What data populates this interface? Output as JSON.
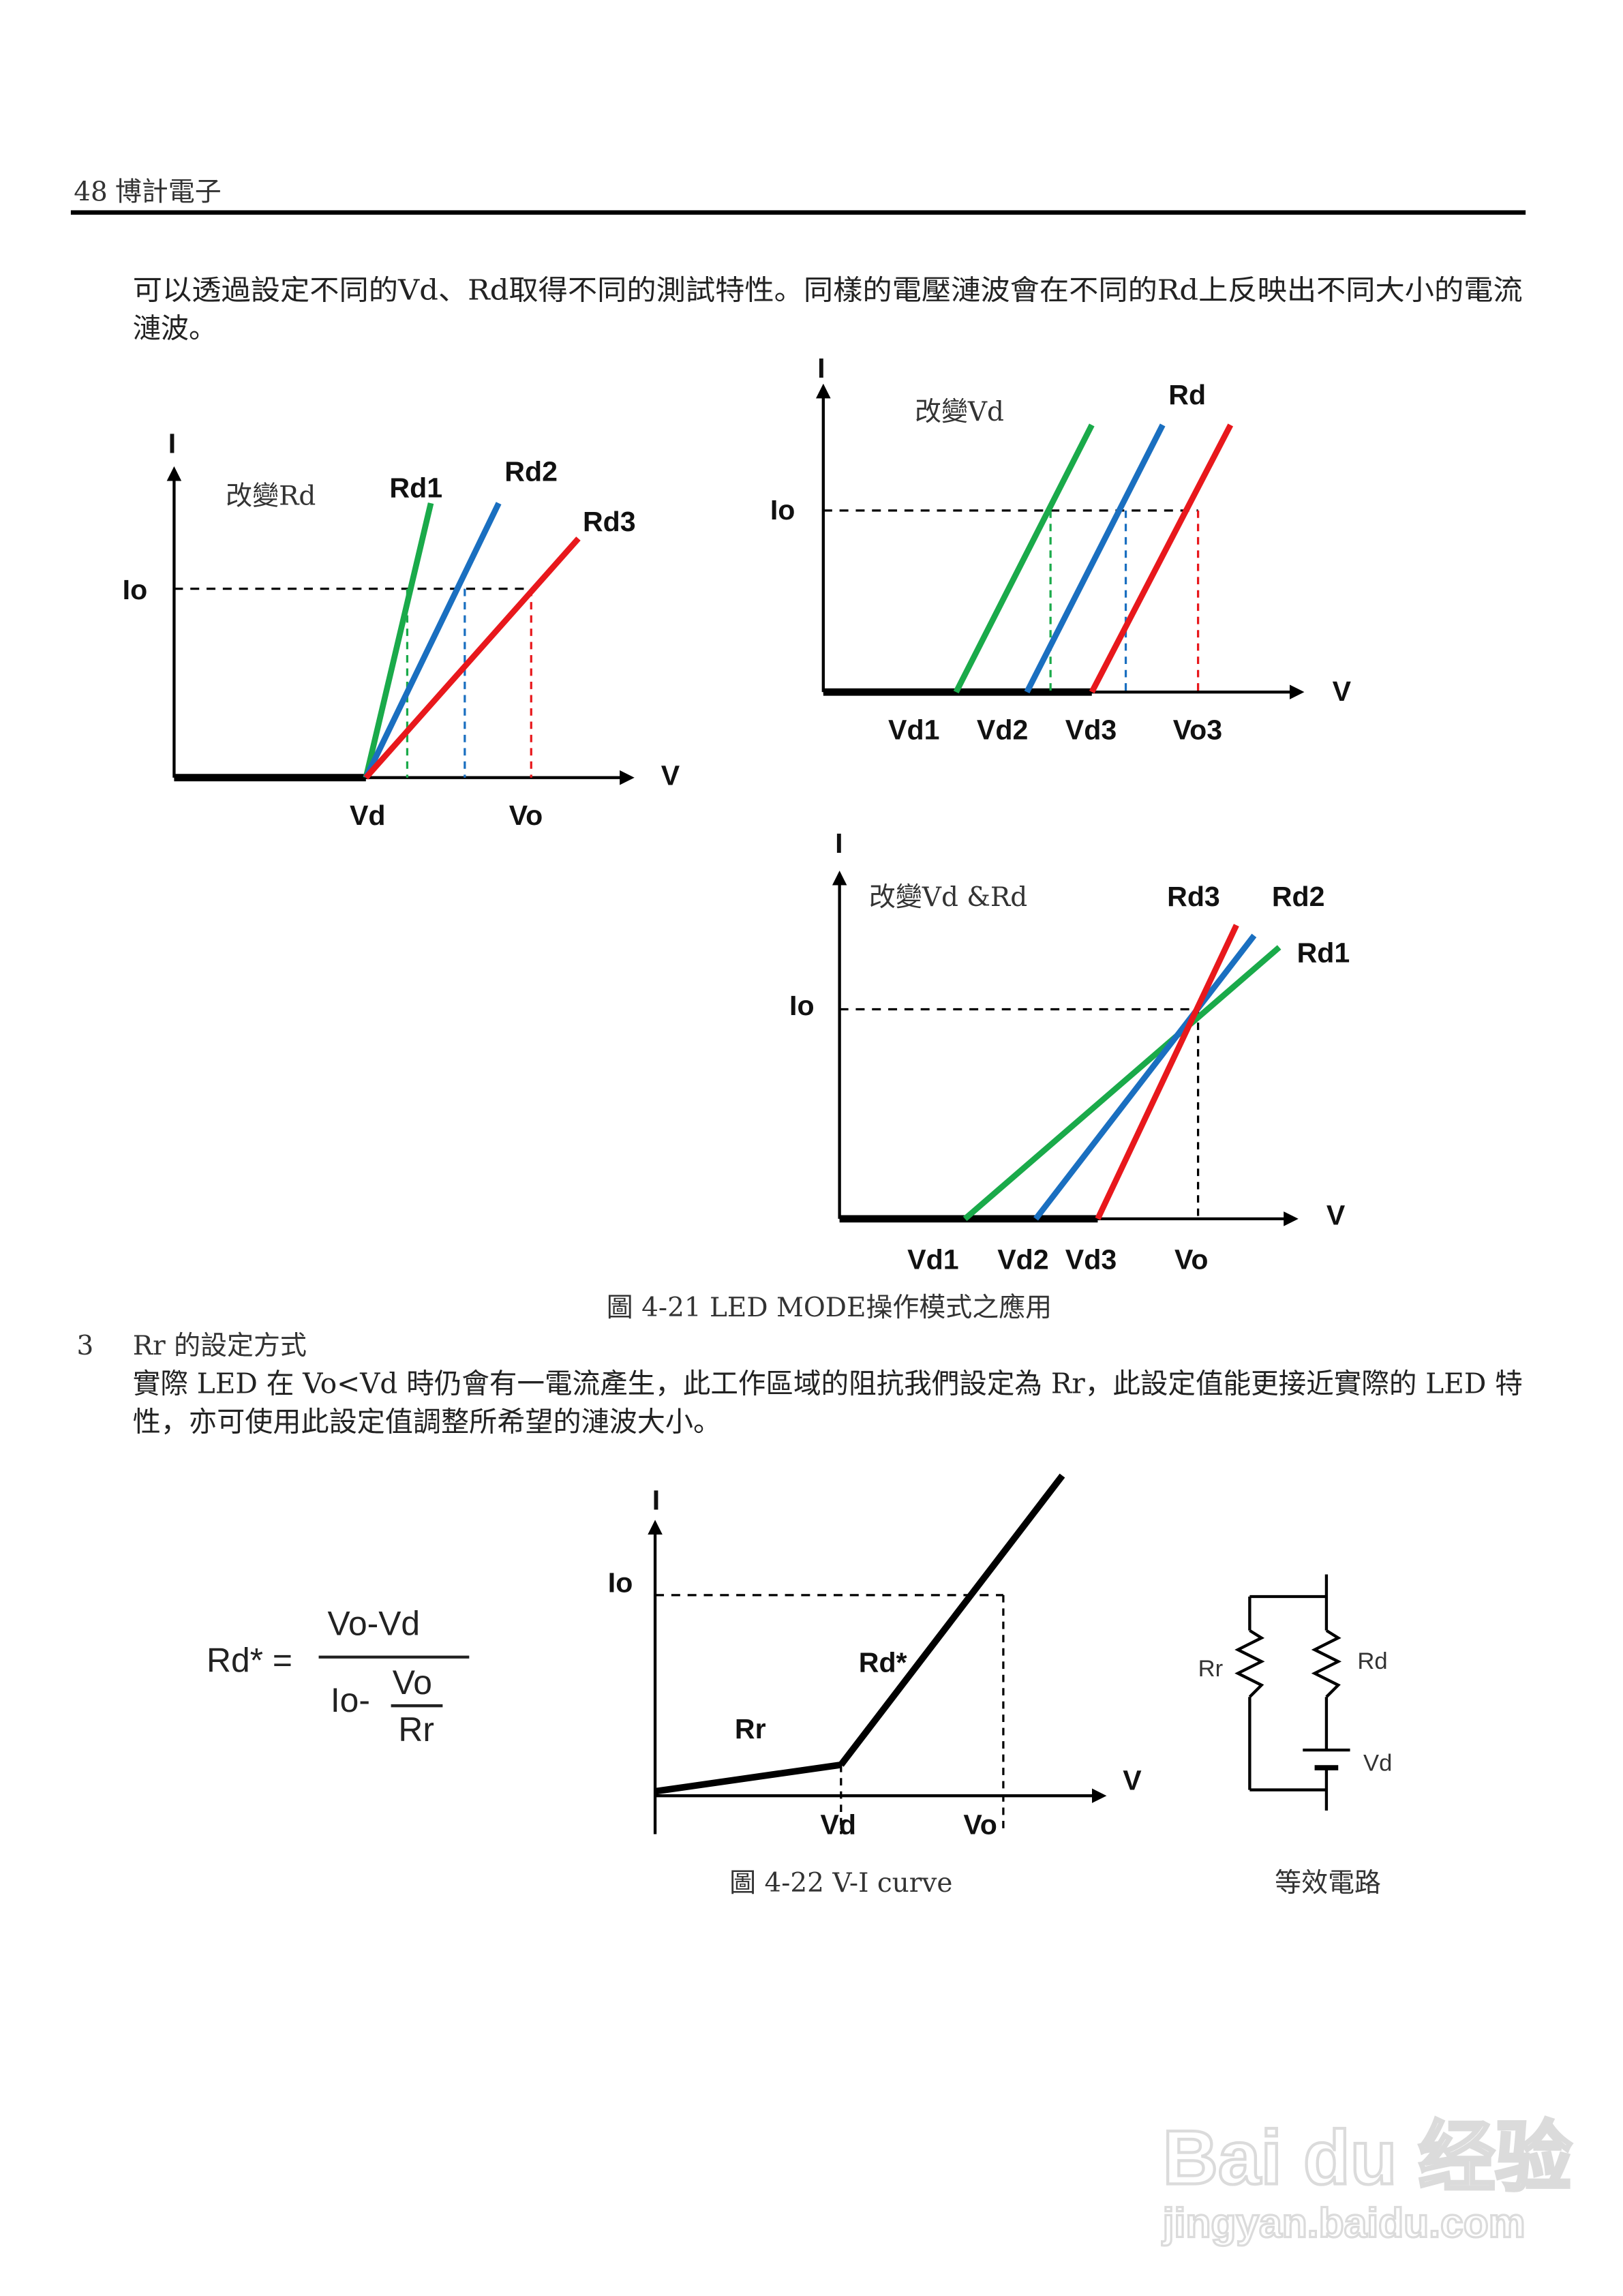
{
  "header": {
    "page_number": "48",
    "publisher": "博計電子"
  },
  "intro": {
    "line1": "可以透過設定不同的Vd、Rd取得不同的測試特性。同樣的電壓漣波會在不同的Rd上反映出不同大小的電流",
    "line2": "漣波。"
  },
  "figure_4_21": {
    "caption": "圖  4-21 LED MODE操作模式之應用",
    "chart_a": {
      "note": "改變Rd",
      "y_axis": "I",
      "x_axis": "V",
      "io": "Io",
      "labels": [
        "Rd1",
        "Rd2",
        "Rd3"
      ],
      "x_ticks": [
        "Vd",
        "Vo"
      ]
    },
    "chart_b": {
      "note": "改變Vd",
      "y_axis": "I",
      "x_axis": "V",
      "io": "Io",
      "rd": "Rd",
      "x_ticks": [
        "Vd1",
        "Vd2",
        "Vd3",
        "Vo3"
      ]
    },
    "chart_c": {
      "note": "改變Vd &Rd",
      "y_axis": "I",
      "x_axis": "V",
      "io": "Io",
      "labels": [
        "Rd3",
        "Rd2",
        "Rd1"
      ],
      "x_ticks": [
        "Vd1",
        "Vd2",
        "Vd3",
        "Vo"
      ]
    },
    "colors": {
      "green": "#1aaa4a",
      "blue": "#1a6fc0",
      "red": "#e8181c"
    }
  },
  "section3": {
    "number": "3",
    "title": "Rr 的設定方式",
    "line1": "實際 LED 在 Vo<Vd 時仍會有一電流產生，此工作區域的阻抗我們設定為 Rr，此設定值能更接近實際的 LED 特",
    "line2": "性，亦可使用此設定值調整所希望的漣波大小。"
  },
  "formula": {
    "lhs": "Rd* =",
    "numerator": "Vo-Vd",
    "den_prefix": "Io-",
    "den_num": "Vo",
    "den_den": "Rr"
  },
  "figure_4_22": {
    "caption": "圖  4-22 V-I curve",
    "y_axis": "I",
    "x_axis": "V",
    "io": "Io",
    "rr": "Rr",
    "rd": "Rd*",
    "x_ticks": [
      "Vd",
      "Vo"
    ]
  },
  "circuit": {
    "caption": "等效電路",
    "rr": "Rr",
    "rd": "Rd",
    "vd": "Vd"
  },
  "watermark": {
    "brand": "Bai du 经验",
    "url": "jingyan.baidu.com"
  }
}
